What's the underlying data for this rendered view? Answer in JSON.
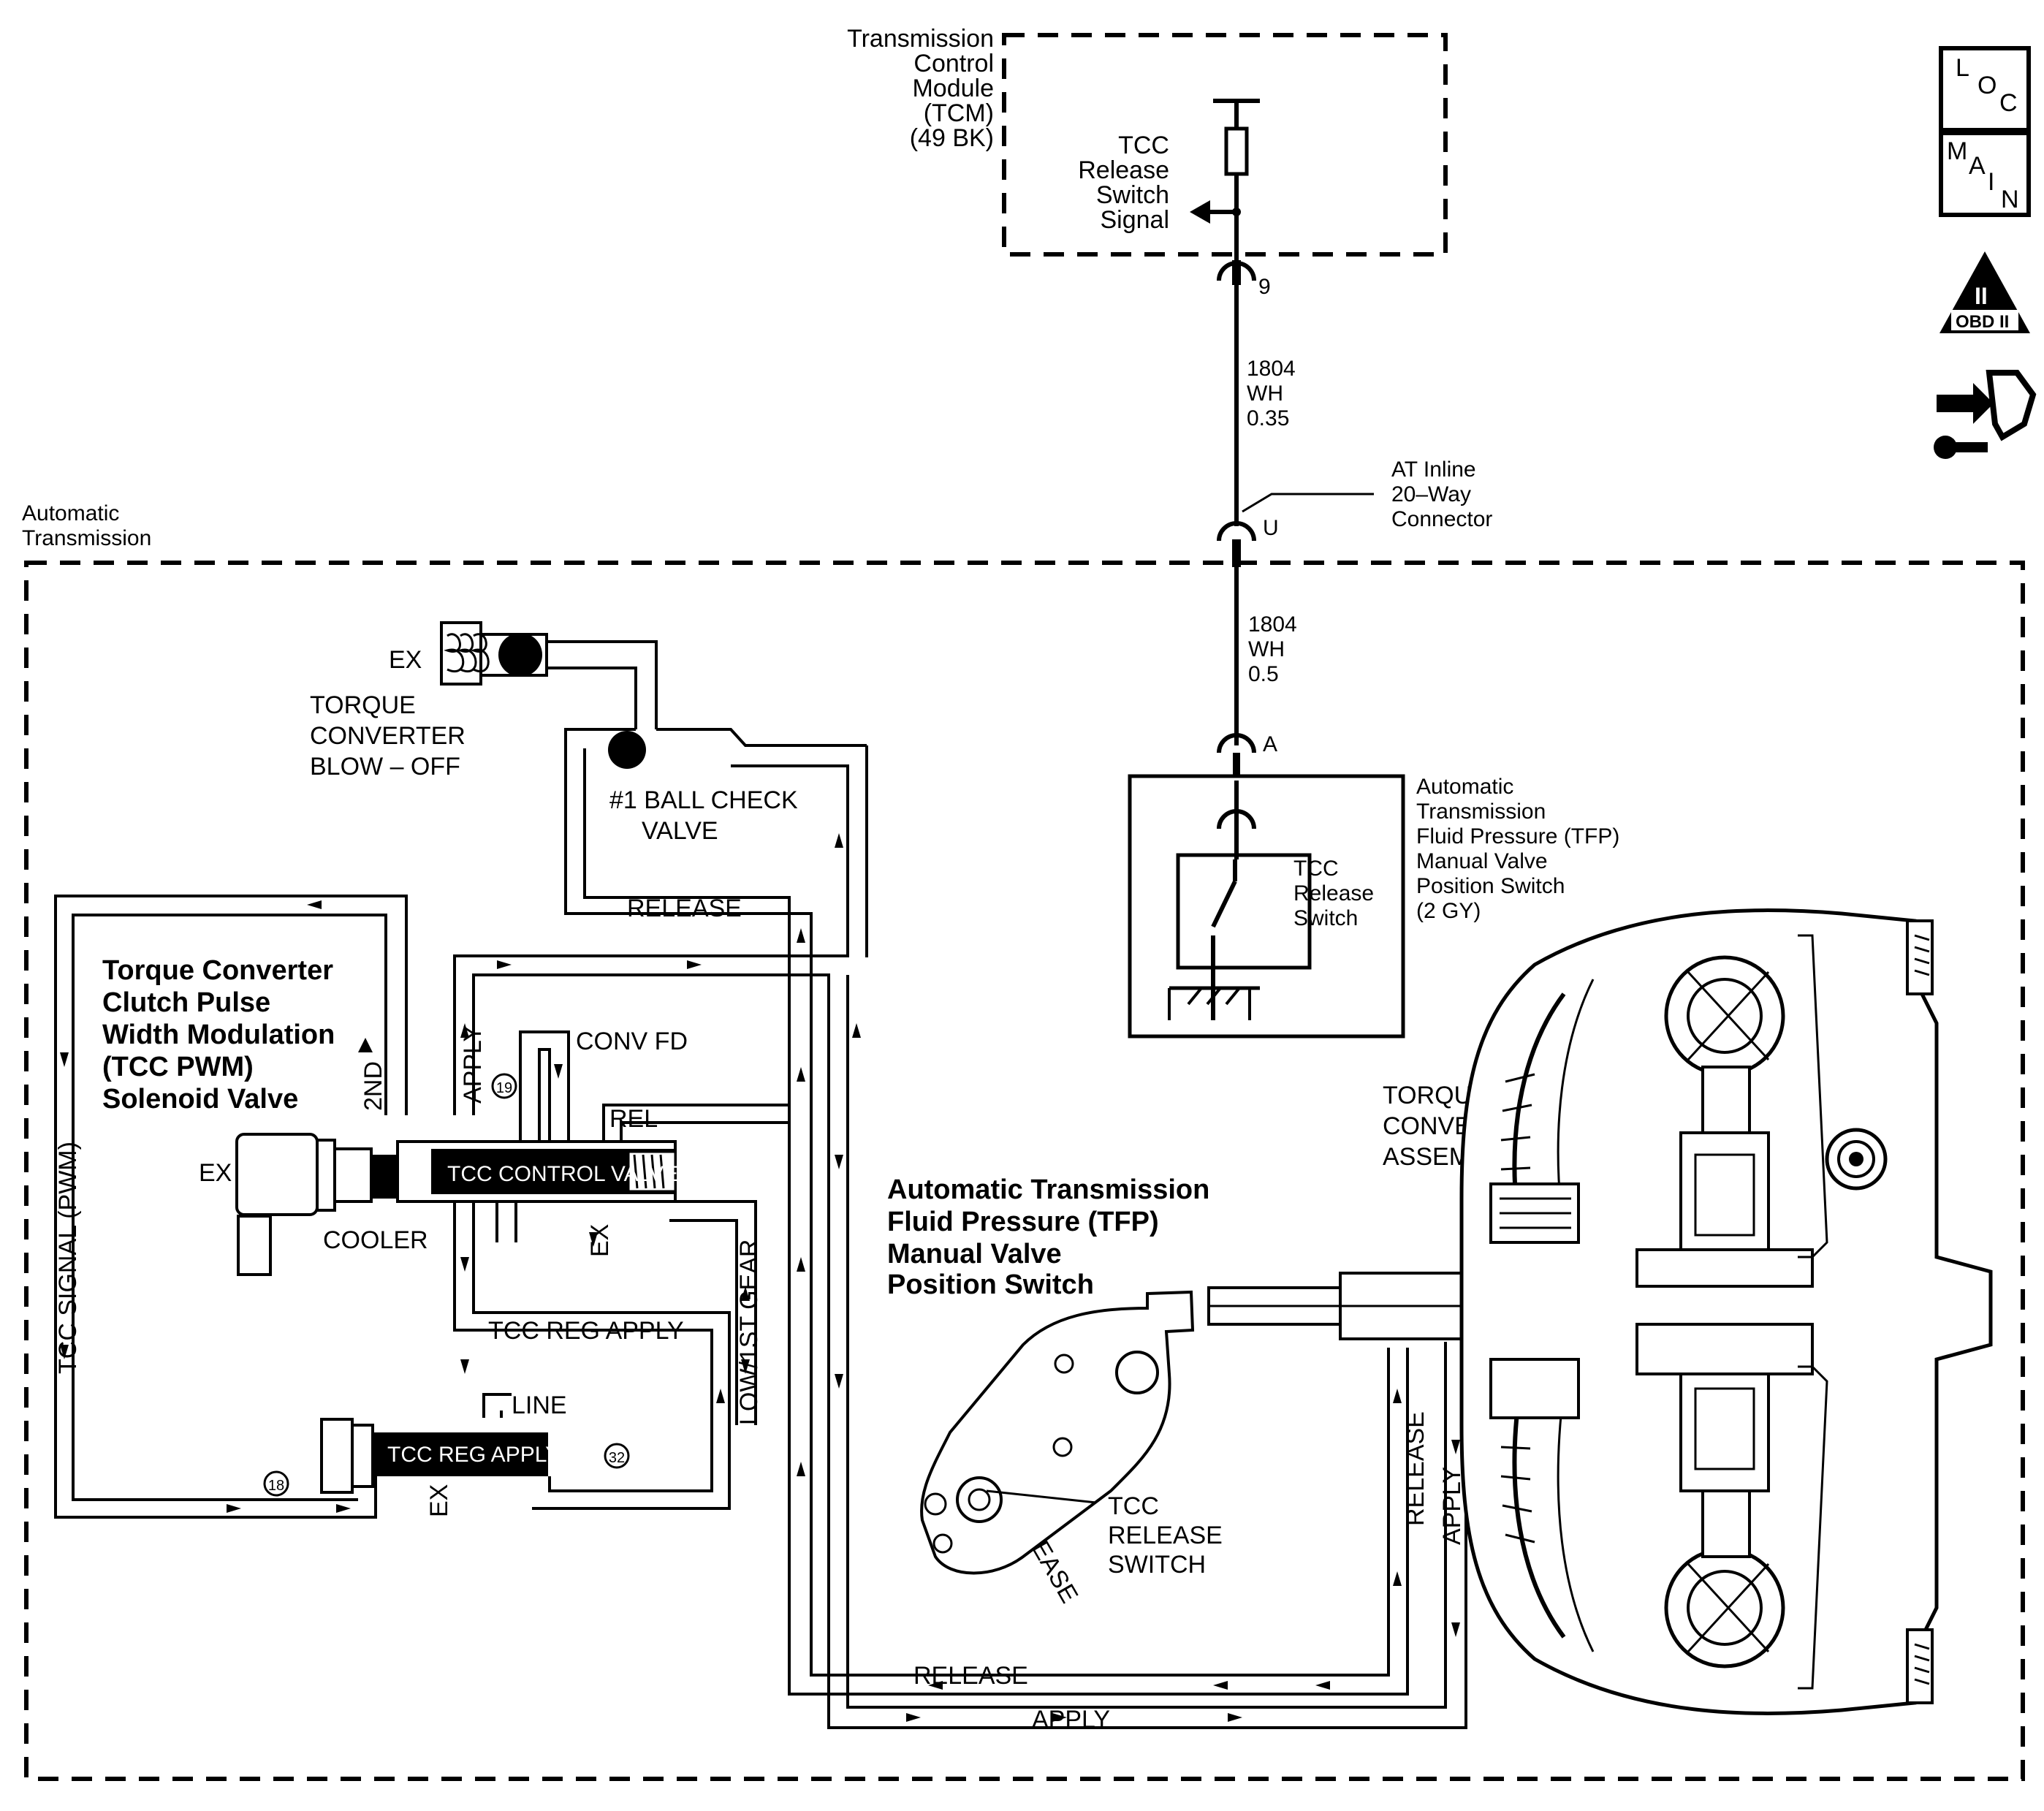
{
  "nav_icons": {
    "loc": {
      "l1": "L",
      "l2": "O",
      "l3": "C"
    },
    "main": {
      "l1": "M",
      "l2": "A",
      "l3": "I",
      "l4": "N"
    },
    "obd": {
      "roman": "II",
      "label": "OBD II"
    }
  },
  "tcm": {
    "title_lines": [
      "Transmission",
      "Control",
      "Module",
      "(TCM)",
      "(49 BK)"
    ],
    "signal_lines": [
      "TCC",
      "Release",
      "Switch",
      "Signal"
    ]
  },
  "connector_tcm_pin": "9",
  "wire_upper": {
    "circuit": "1804",
    "color": "WH",
    "gauge": "0.35"
  },
  "inline_connector": {
    "lines": [
      "AT Inline",
      "20–Way",
      "Connector"
    ],
    "pin": "U"
  },
  "transmission_label_lines": [
    "Automatic",
    "Transmission"
  ],
  "wire_lower": {
    "circuit": "1804",
    "color": "WH",
    "gauge": "0.5"
  },
  "tfp_connector_pin": "A",
  "tfp_switch": {
    "inner_lines": [
      "TCC",
      "Release",
      "Switch"
    ],
    "side_lines": [
      "Automatic",
      "Transmission",
      "Fluid Pressure (TFP)",
      "Manual Valve",
      "Position Switch",
      "(2 GY)"
    ]
  },
  "blowoff": {
    "ex": "EX",
    "lines": [
      "TORQUE",
      "CONVERTER",
      "BLOW – OFF"
    ]
  },
  "ball_check": {
    "lines": [
      "#1 BALL CHECK",
      "VALVE"
    ]
  },
  "pwm_solenoid": {
    "lines": [
      "Torque Converter",
      "Clutch Pulse",
      "Width Modulation",
      "(TCC PWM)",
      "Solenoid Valve"
    ]
  },
  "hydraulic_labels": {
    "release_top": "RELEASE",
    "apply_vertical": "APPLY",
    "second": "2ND",
    "conv_fd": "CONV FD",
    "rel": "REL",
    "ex_left": "EX",
    "control_valve": "TCC CONTROL VALVE",
    "ex_bottom": "EX",
    "cooler": "COOLER",
    "tcc_signal": "TCC SIGNAL (PWM)",
    "tcc_reg_apply_line": "TCC REG APPLY",
    "line": "LINE",
    "reg_apply_valve": "TCC REG APPLY",
    "ex_reg": "EX",
    "low_first": "LOW/1ST GEAR",
    "release_bottom": "RELEASE",
    "apply_bottom": "APPLY",
    "release_switch": "RELEASE",
    "release_right": "RELEASE",
    "apply_right": "APPLY"
  },
  "orifices": [
    "19",
    "18",
    "32"
  ],
  "tfp_manual_valve": {
    "lines": [
      "Automatic Transmission",
      "Fluid Pressure (TFP)",
      "Manual Valve",
      "Position Switch"
    ]
  },
  "tcc_release_switch": {
    "lines": [
      "TCC",
      "RELEASE",
      "SWITCH"
    ]
  },
  "torque_converter": {
    "lines": [
      "TORQUE",
      "CONVERTER",
      "ASSEMBLY"
    ]
  }
}
